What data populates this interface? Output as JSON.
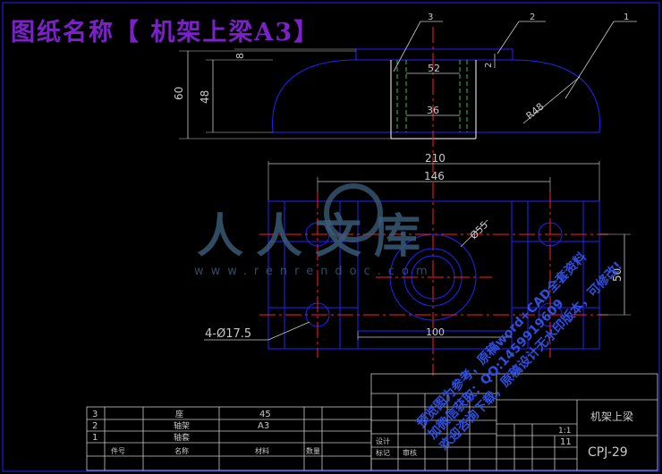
{
  "title": "图纸名称【 机架上梁A3】",
  "watermark": {
    "brand": "人人文库",
    "url": "www.renrendoc.com"
  },
  "promo_lines": [
    "预览图为参考，原稿word+CAD全套资料",
    "加微信获取：QQ:1459919609",
    "欢迎咨询下载，原稿设计无水印版本，可修改!"
  ],
  "dimensions": {
    "height_total": "60",
    "height_inner": "48",
    "gap_top": "8",
    "thickness": "2",
    "inner_width_top": "52",
    "inner_width_bottom": "36",
    "radius": "R48",
    "width_overall": "210",
    "hole_spacing": "146",
    "center_diameter": "Ø55",
    "vertical_spacing": "50",
    "bottom_width": "100",
    "holes": "4-Ø17.5"
  },
  "callouts": [
    "3",
    "2",
    "1"
  ],
  "title_block": {
    "part_name": "机架上梁",
    "drawing_no": "CPJ-29",
    "scale": "1:1",
    "sheet": "11",
    "bom_rows": [
      {
        "no": "3",
        "name": "座",
        "qty": "45"
      },
      {
        "no": "2",
        "name": "轴架",
        "qty": "A3"
      },
      {
        "no": "1",
        "name": "轴套",
        "qty": ""
      }
    ],
    "headers": [
      "件号",
      "名称",
      "材料",
      "数量",
      "标记",
      "设计",
      "审核"
    ]
  },
  "colors": {
    "outline": "#2222ff",
    "centerline": "#ff2020",
    "hidden": "#22cc44",
    "dimension": "#c8c8c8",
    "title": "#7a22c8"
  }
}
